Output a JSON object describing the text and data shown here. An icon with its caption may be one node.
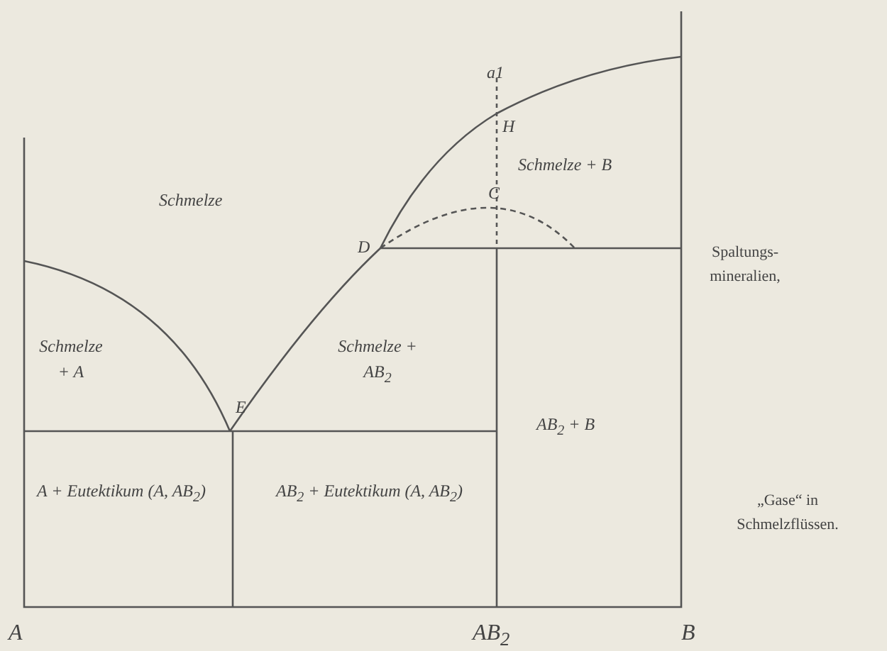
{
  "diagram": {
    "labels": [
      "a1",
      "H",
      "Schmelze + B",
      "Schmelze",
      "C",
      "D",
      "Spaltungs- mineralien,",
      "Schmelze + A",
      "E",
      "Schmelze + AB$_{2}$",
      "AB$_{2}$ + B",
      "A + Eutektikum (A, AB$_{2}$)",
      "AB$_{2}$ + Eutektikum (A, AB$_{2}$)",
      "„Gase“ in Schmelzflüssen.",
      "A",
      "AB$_{2}$",
      "B"
    ]
  }
}
